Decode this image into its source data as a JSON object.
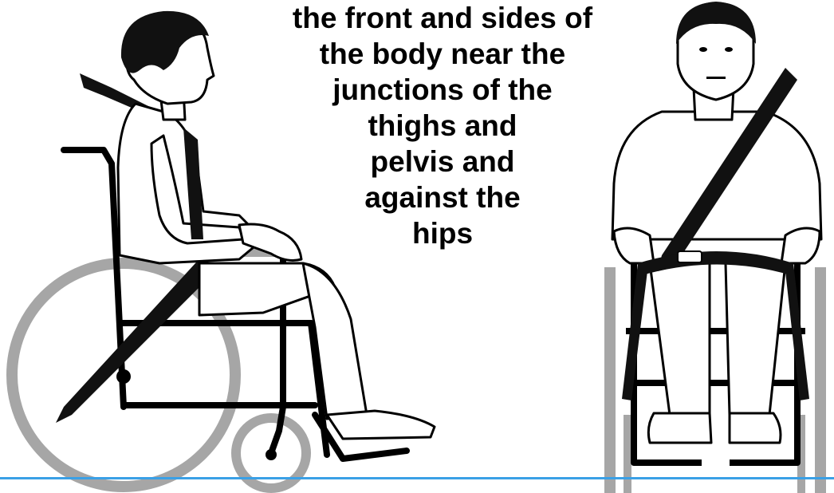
{
  "caption": {
    "lines": [
      "the front and sides of",
      "the body near the",
      "junctions of the",
      "thighs and",
      "pelvis and",
      "against the",
      "hips"
    ]
  },
  "colors": {
    "ink": "#000000",
    "wheel": "#a6a6a6",
    "belt": "#111111",
    "accent_line": "#3aa0e6",
    "background": "#ffffff"
  }
}
